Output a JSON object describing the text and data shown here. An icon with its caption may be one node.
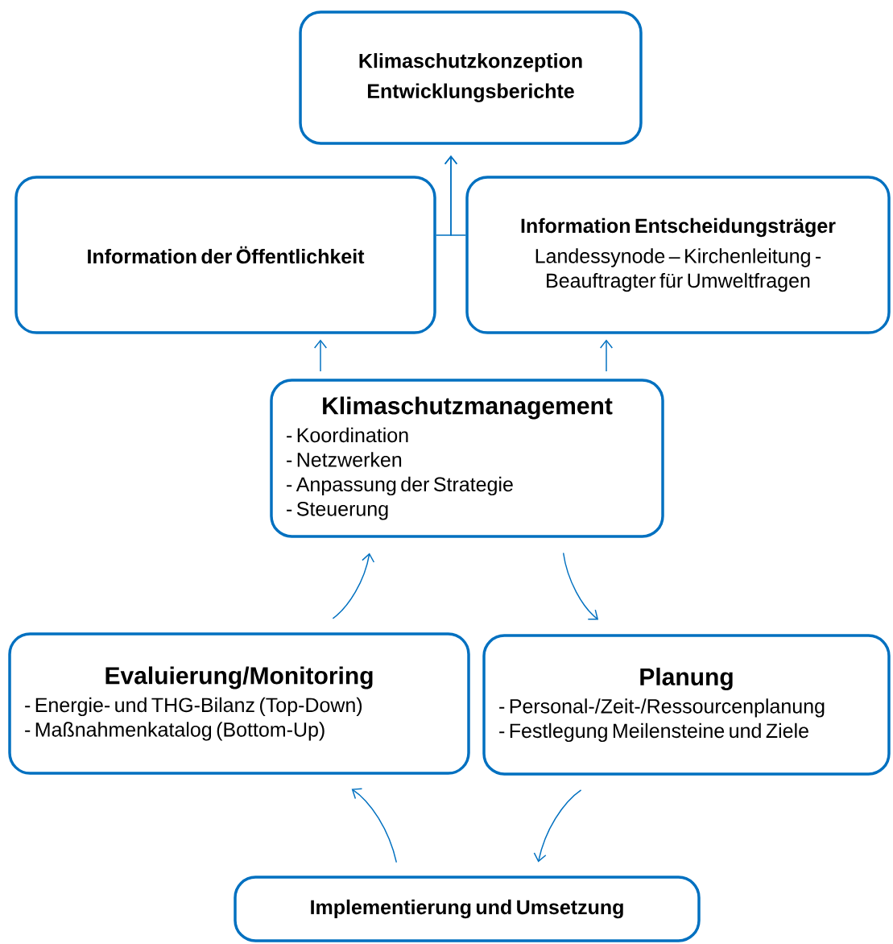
{
  "diagram": {
    "nodes": [
      {
        "text": [
          "Klimaschutzkonzeption",
          "Entwicklungsberichte"
        ]
      },
      {
        "text": [
          "Information der Öffentlichkeit"
        ]
      },
      {
        "text": [
          "Information Entscheidungsträger",
          "Landessynode – Kirchenleitung - Beauftragter für Umweltfragen"
        ]
      },
      {
        "text": [
          "Klimaschutzmanagement",
          "- Koordination",
          "- Netzwerken",
          "- Anpassung der Strategie",
          "- Steuerung"
        ]
      },
      {
        "text": [
          "Evaluierung/Monitoring",
          "- Energie- und THG-Bilanz (Top-Down)",
          "- Maßnahmenkatalog (Bottom-Up)"
        ]
      },
      {
        "text": [
          "Planung",
          "- Personal-/Zeit-/Ressourcenplanung",
          "- Festlegung Meilensteine und Ziele"
        ]
      },
      {
        "text": [
          "Implementierung und Umsetzung"
        ]
      }
    ],
    "edges": [
      {
        "from": 1,
        "to": 0,
        "arrow": "to"
      },
      {
        "from": 2,
        "to": 0,
        "arrow": "to"
      },
      {
        "from": 3,
        "to": 1,
        "arrow": "to"
      },
      {
        "from": 3,
        "to": 2,
        "arrow": "to"
      },
      {
        "from": 4,
        "to": 3,
        "arrow": "to"
      },
      {
        "from": 3,
        "to": 5,
        "arrow": "to"
      },
      {
        "from": 5,
        "to": 6,
        "arrow": "to"
      },
      {
        "from": 6,
        "to": 4,
        "arrow": "to"
      }
    ]
  }
}
